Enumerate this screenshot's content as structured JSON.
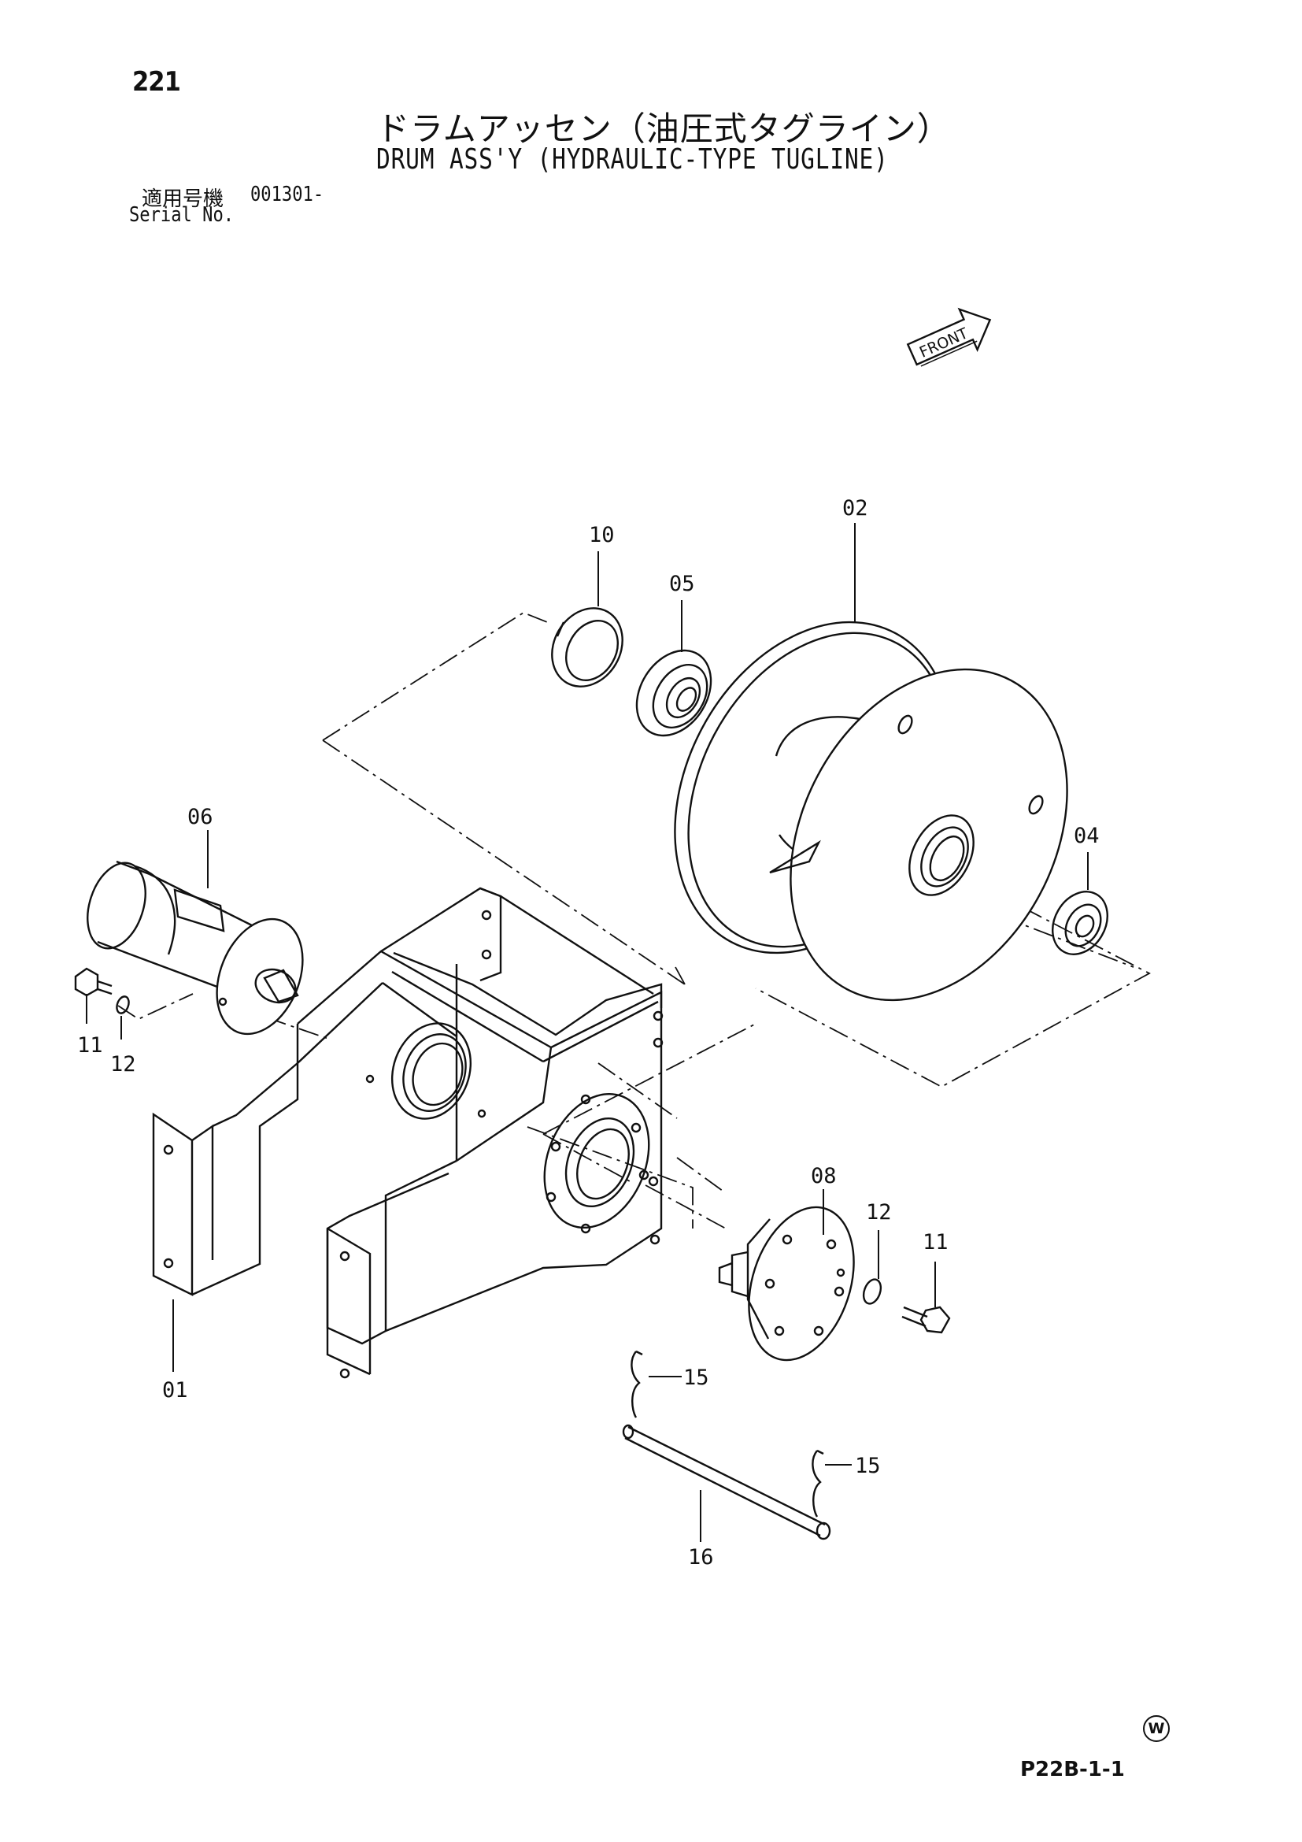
{
  "header": {
    "page_number": "221",
    "title_ja": "ドラムアッセン（油圧式タグライン）",
    "title_en": "DRUM ASS'Y (HYDRAULIC-TYPE TUGLINE)",
    "serial_label_ja": "適用号機",
    "serial_value": "001301-",
    "serial_label_en": "Serial No."
  },
  "direction_marker": {
    "text": "FRONT"
  },
  "callouts": {
    "frame": "01",
    "drum": "02",
    "seal_right": "04",
    "bearing": "05",
    "shaft": "06",
    "hub": "08",
    "seal_left": "10",
    "bolt_left": "11",
    "washer_left": "12",
    "washer_right": "12",
    "bolt_right": "11",
    "pin_clip_upper": "15",
    "pin_clip_lower": "15",
    "pin": "16"
  },
  "footer": {
    "mark": "W",
    "code": "P22B-1-1"
  }
}
